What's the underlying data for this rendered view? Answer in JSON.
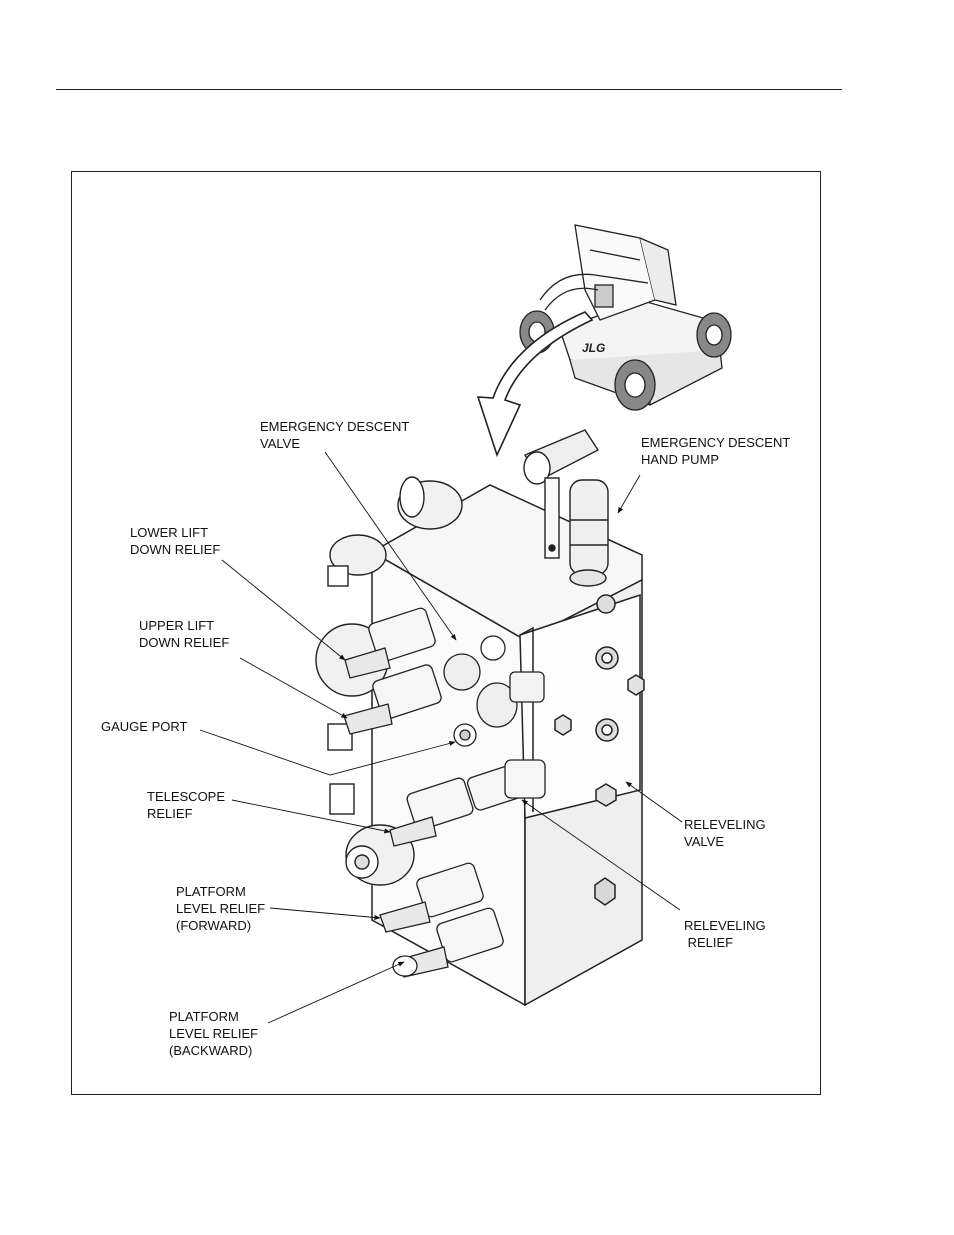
{
  "labels": {
    "emergency_descent_valve": "EMERGENCY DESCENT\nVALVE",
    "emergency_descent_hand_pump": "EMERGENCY DESCENT\nHAND PUMP",
    "lower_lift_down_relief": "LOWER LIFT\nDOWN RELIEF",
    "upper_lift_down_relief": "UPPER LIFT\nDOWN RELIEF",
    "gauge_port": "GAUGE PORT",
    "telescope_relief": "TELESCOPE\nRELIEF",
    "releveling_valve": "RELEVELING\nVALVE",
    "platform_level_relief_forward": "PLATFORM\nLEVEL RELIEF\n(FORWARD)",
    "releveling_relief": "RELEVELING\n RELIEF",
    "platform_level_relief_backward": "PLATFORM\nLEVEL RELIEF\n(BACKWARD)"
  },
  "machine_logo": "JLG"
}
